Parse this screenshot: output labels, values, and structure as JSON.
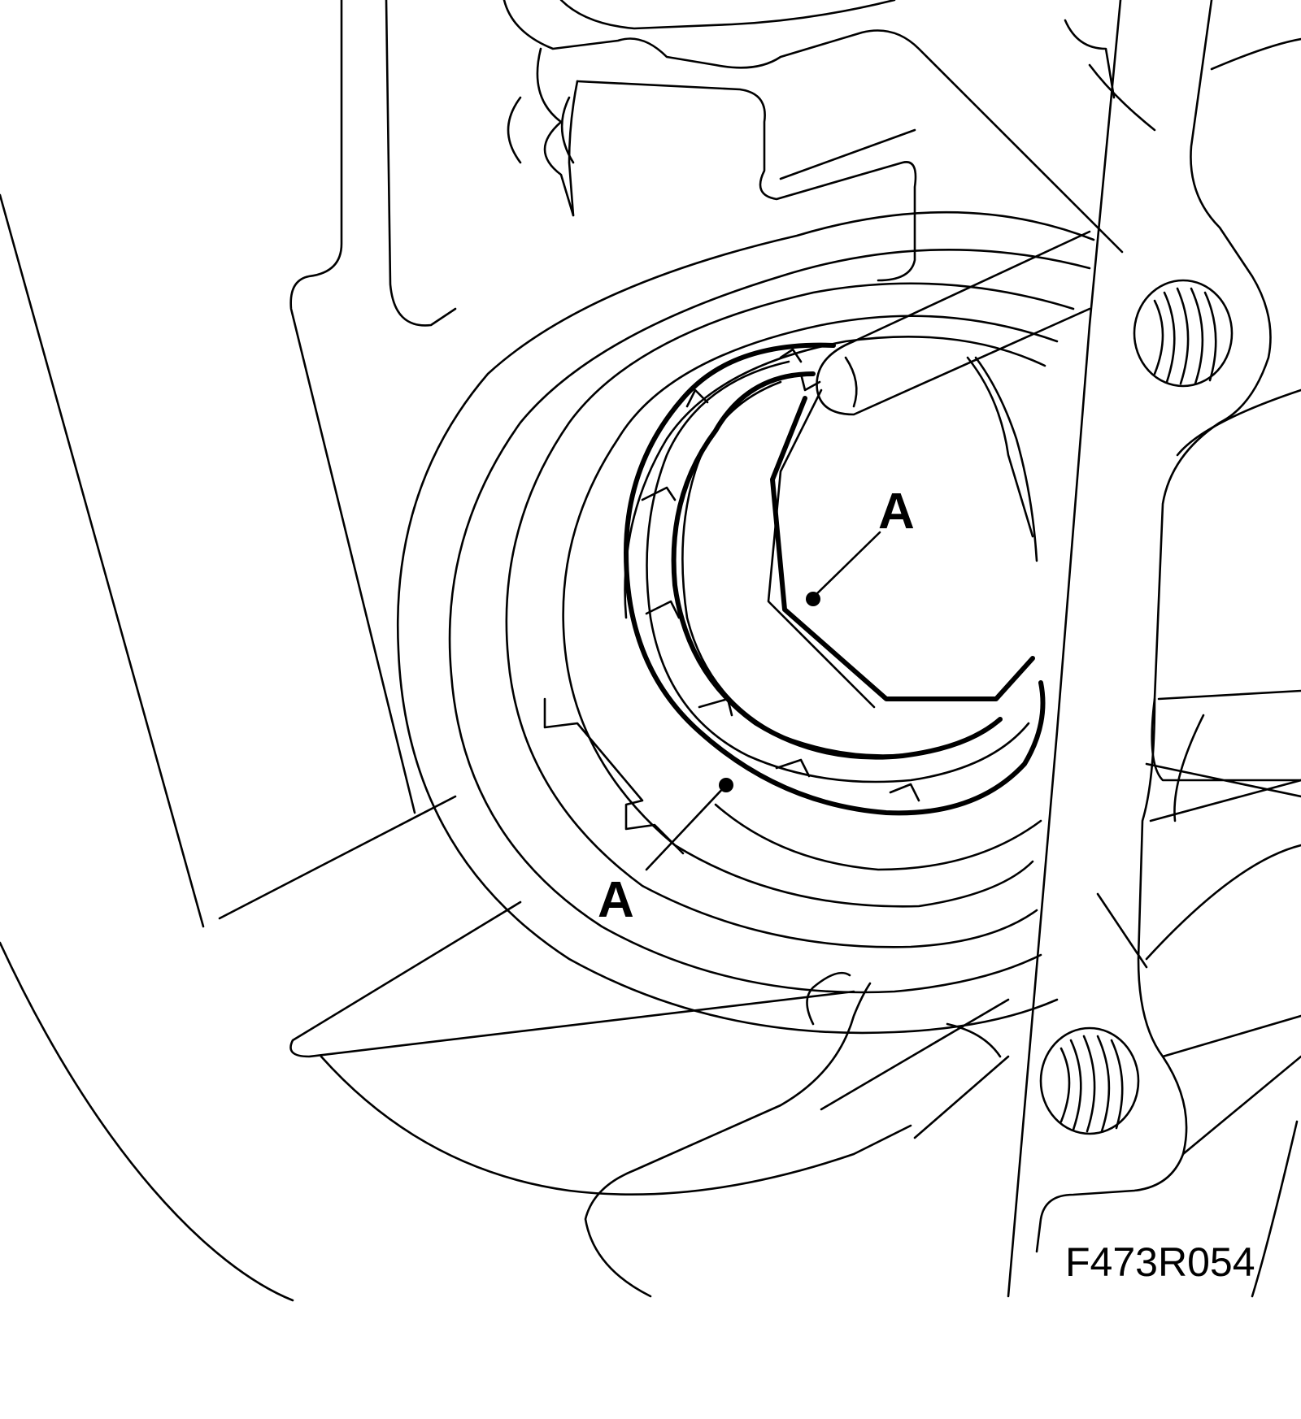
{
  "figure": {
    "callout_upper": "A",
    "callout_lower": "A",
    "figure_id": "F473R054"
  }
}
